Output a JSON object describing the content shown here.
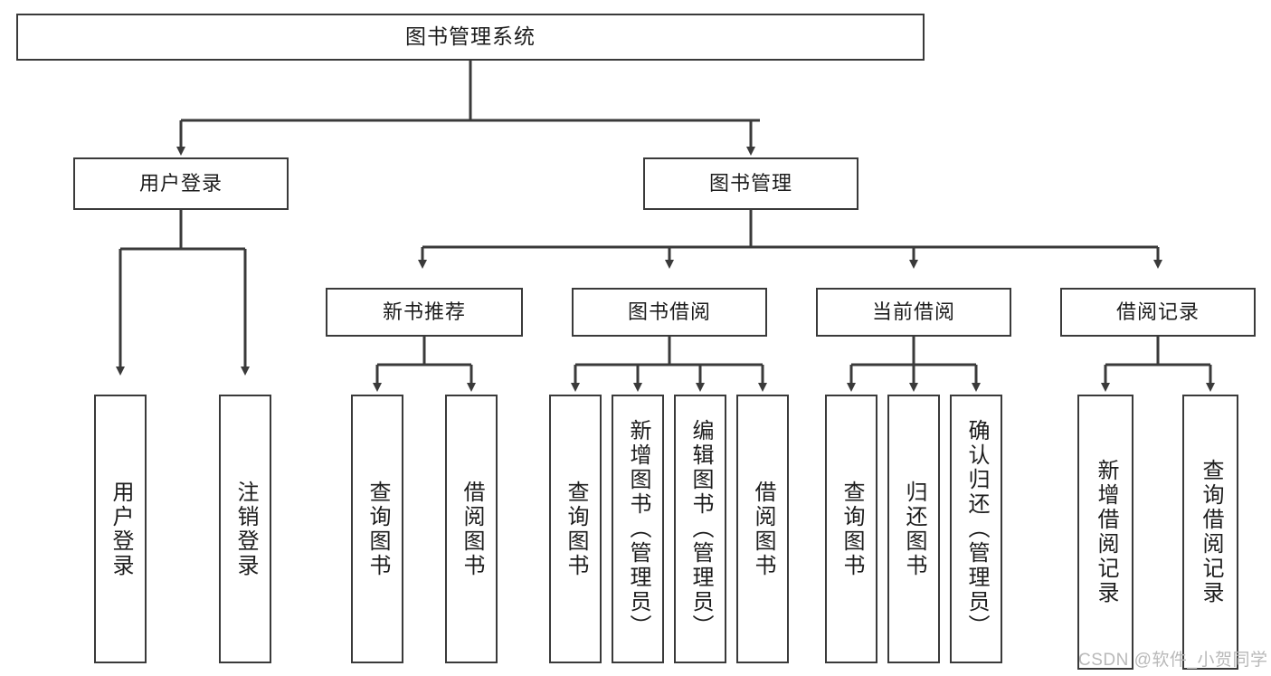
{
  "diagram": {
    "title_node": {
      "label": "图书管理系统"
    },
    "level2": [
      {
        "id": "user-login",
        "label": "用户登录"
      },
      {
        "id": "book-management",
        "label": "图书管理"
      }
    ],
    "level3": [
      {
        "id": "new-book-recommend",
        "label": "新书推荐"
      },
      {
        "id": "book-borrow",
        "label": "图书借阅"
      },
      {
        "id": "current-borrow",
        "label": "当前借阅"
      },
      {
        "id": "borrow-record",
        "label": "借阅记录"
      }
    ],
    "leaves": [
      {
        "id": "leaf-user-login",
        "label": "用户登录",
        "parent": "user-login"
      },
      {
        "id": "leaf-logout-login",
        "label": "注销登录",
        "parent": "user-login"
      },
      {
        "id": "leaf-query-book-1",
        "label": "查询图书",
        "parent": "new-book-recommend"
      },
      {
        "id": "leaf-borrow-book-1",
        "label": "借阅图书",
        "parent": "new-book-recommend"
      },
      {
        "id": "leaf-query-book-2",
        "label": "查询图书",
        "parent": "book-borrow"
      },
      {
        "id": "leaf-add-book",
        "label": "新增图书（管理员）",
        "parent": "book-borrow"
      },
      {
        "id": "leaf-edit-book",
        "label": "编辑图书（管理员）",
        "parent": "book-borrow"
      },
      {
        "id": "leaf-borrow-book-2",
        "label": "借阅图书",
        "parent": "book-borrow"
      },
      {
        "id": "leaf-query-book-3",
        "label": "查询图书",
        "parent": "current-borrow"
      },
      {
        "id": "leaf-return-book",
        "label": "归还图书",
        "parent": "current-borrow"
      },
      {
        "id": "leaf-confirm-return",
        "label": "确认归还（管理员）",
        "parent": "current-borrow"
      },
      {
        "id": "leaf-add-record",
        "label": "新增借阅记录",
        "parent": "borrow-record"
      },
      {
        "id": "leaf-query-record",
        "label": "查询借阅记录",
        "parent": "borrow-record"
      }
    ],
    "watermark": "CSDN @软件_小贺同学",
    "colors": {
      "stroke": "#3a3a3a",
      "text": "#1d1d1d",
      "background": "#ffffff",
      "watermark": "#b9b9b9"
    }
  }
}
